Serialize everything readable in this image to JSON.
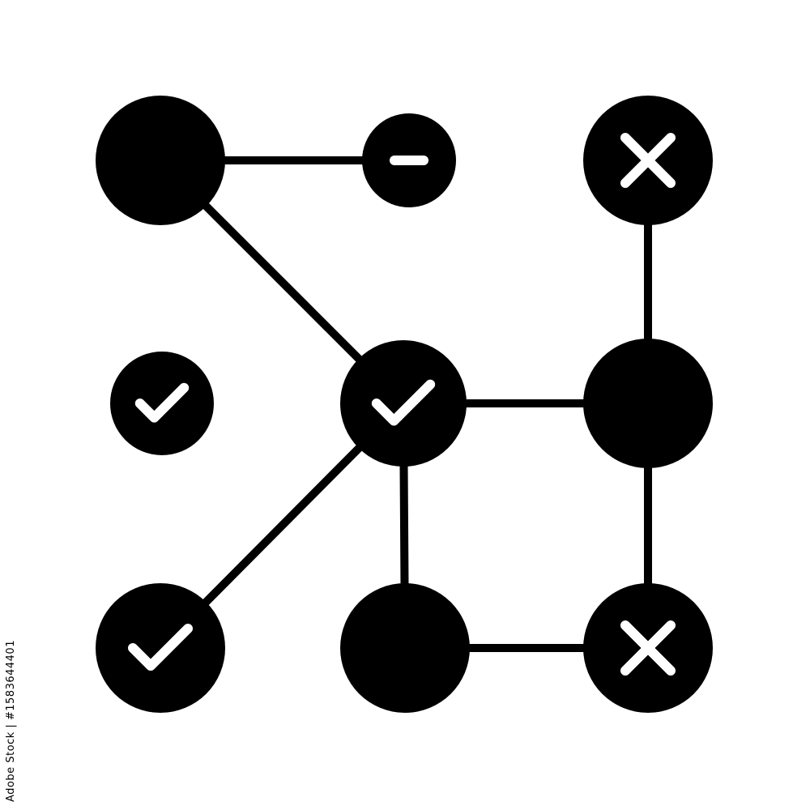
{
  "colors": {
    "background": "#ffffff",
    "ink": "#000000",
    "glyph": "#ffffff"
  },
  "diagram": {
    "nodes": [
      {
        "id": "n1",
        "icon": "none"
      },
      {
        "id": "n2",
        "icon": "minus-icon"
      },
      {
        "id": "n3",
        "icon": "x-icon"
      },
      {
        "id": "n4",
        "icon": "check-icon"
      },
      {
        "id": "n5",
        "icon": "check-icon"
      },
      {
        "id": "n6",
        "icon": "none"
      },
      {
        "id": "n7",
        "icon": "check-icon"
      },
      {
        "id": "n8",
        "icon": "none"
      },
      {
        "id": "n9",
        "icon": "x-icon"
      }
    ],
    "edges": [
      [
        "n1",
        "n2"
      ],
      [
        "n1",
        "n5"
      ],
      [
        "n3",
        "n6"
      ],
      [
        "n5",
        "n6"
      ],
      [
        "n5",
        "n7"
      ],
      [
        "n5",
        "n8"
      ],
      [
        "n6",
        "n9"
      ],
      [
        "n8",
        "n9"
      ]
    ]
  },
  "watermark": {
    "text": "Adobe Stock | #1583644401"
  }
}
